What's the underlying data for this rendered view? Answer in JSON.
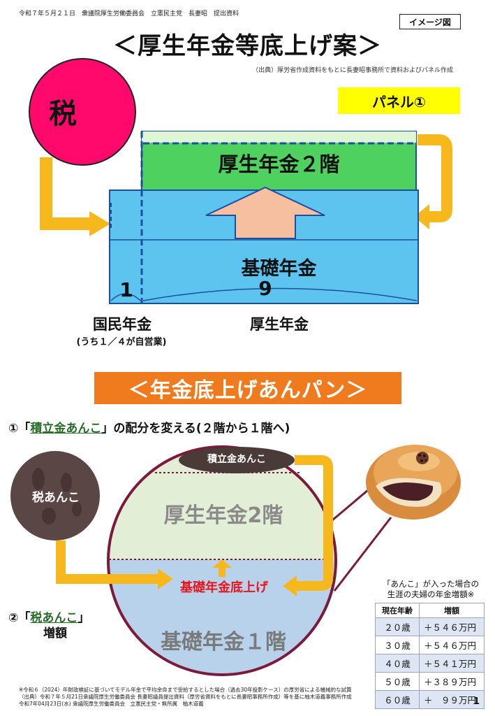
{
  "header": {
    "meeting_note": "令和７年５月２１日　衆議院厚生労働委員会　立憲民主党　長妻昭　提出資料",
    "image_tag": "イメージ図",
    "title": "＜厚生年金等底上げ案＞",
    "source": "（出典）厚労省作成資料をもとに長妻昭事務所で資料およびパネル作成",
    "panel_label": "パネル①"
  },
  "diagram1": {
    "tax_label": "税",
    "kosei_2f_label": "厚生年金２階",
    "kiso_label": "基礎年金",
    "ratio_left": "1",
    "ratio_right": "9",
    "kokumin_label": "国民年金",
    "kokumin_note": "(うち１／４が自営業)",
    "kosei_label": "厚生年金"
  },
  "section2": {
    "banner": "＜年金底上げあんパン＞",
    "step1_prefix": "①「",
    "step1_keyword": "積立金あんこ",
    "step1_suffix": "」の配分を変える(２階から１階へ)",
    "tsumitate_label": "積立金あんこ",
    "zei_anko_label": "税あんこ",
    "upper_label": "厚生年金2階",
    "boost_label": "基礎年金底上げ",
    "lower_label": "基礎年金１階",
    "step2_prefix": "②「",
    "step2_keyword": "税あんこ",
    "step2_suffix": "」",
    "step2_line2": "増額"
  },
  "table": {
    "caption_line1": "「あんこ」が入った場合の",
    "caption_line2": "生涯の夫婦の年金増額※",
    "col_age": "現在年齢",
    "col_increase": "増額",
    "rows": [
      {
        "age": "２０歳",
        "increase": "＋５４６万円"
      },
      {
        "age": "３０歳",
        "increase": "＋５４６万円"
      },
      {
        "age": "４０歳",
        "increase": "＋５４１万円"
      },
      {
        "age": "５０歳",
        "increase": "＋３８９万円"
      },
      {
        "age": "６０歳",
        "increase": "＋　９９万円"
      }
    ]
  },
  "footnote": {
    "line1": "※令和６（2024）年財政検証に基づいてモデル年金で平均余命まで受給するとした場合（過去30年投影ケース）の厚労省による機械的な試算",
    "line2": "（出典）令和７年５月21日衆議院厚生労働委員会 長妻昭議員提出資料（厚労省資料をもとに長妻昭事務所作成）等を基に柚木道義事務所作成",
    "line3": "令和7年04月23日(水) 衆議院厚生労働委員会　立憲民主党・無所属　柚木道義"
  },
  "page_number": "1",
  "colors": {
    "tax_pink": "#ff0a6c",
    "green": "#4fd15f",
    "blue": "#5cc4ef",
    "orange_arrow": "#f6b81c",
    "banner_orange": "#f07a1e",
    "panel_yellow": "#ffff00",
    "bun_outline": "#7b1a3a",
    "boost_red": "#e8141e"
  }
}
